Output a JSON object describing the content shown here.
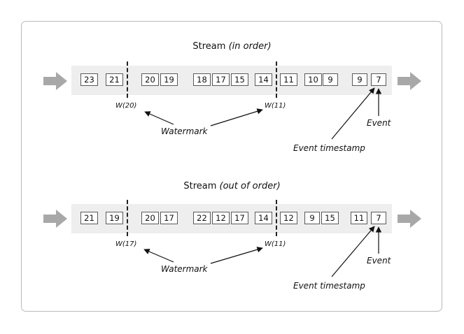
{
  "diagrams": [
    {
      "id": "in-order",
      "title": "Stream ",
      "title_italic": "(in order)",
      "events": [
        "23",
        "21",
        "20",
        "19",
        "18",
        "17",
        "15",
        "14",
        "11",
        "10",
        "9",
        "9",
        "7"
      ],
      "watermarks": [
        "W(20)",
        "W(11)"
      ],
      "watermark_label": "Watermark",
      "event_label": "Event",
      "timestamp_label": "Event timestamp"
    },
    {
      "id": "out-of-order",
      "title": "Stream ",
      "title_italic": "(out of order)",
      "events": [
        "21",
        "19",
        "20",
        "17",
        "22",
        "12",
        "17",
        "14",
        "12",
        "9",
        "15",
        "11",
        "7"
      ],
      "watermarks": [
        "W(17)",
        "W(11)"
      ],
      "watermark_label": "Watermark",
      "event_label": "Event",
      "timestamp_label": "Event timestamp"
    }
  ],
  "colors": {
    "band": "#eeeeee",
    "flow_arrow": "#a8a8a8",
    "border": "#b9b9b9"
  }
}
